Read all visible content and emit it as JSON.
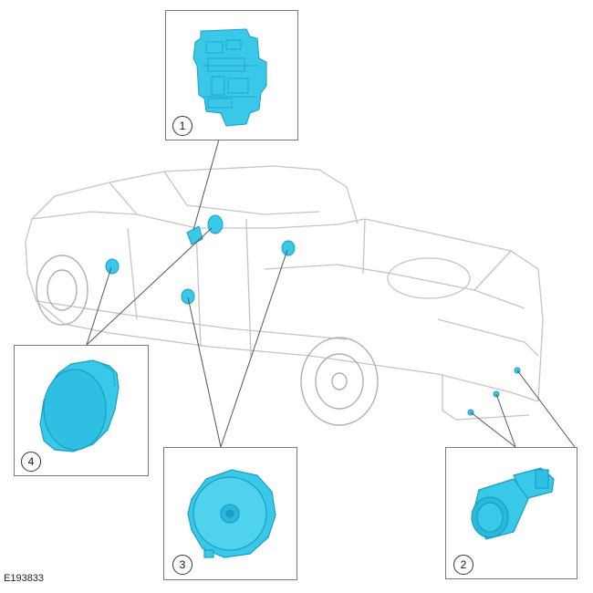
{
  "figure_id": "E193833",
  "callouts": {
    "c1": "1",
    "c2": "2",
    "c3": "3",
    "c4": "4"
  },
  "colors": {
    "component": "#39c8e8",
    "component_dark": "#1a9fc4",
    "vehicle_line": "#b9b9b9",
    "leader_line": "#555555",
    "box_border": "#7a7a7a"
  }
}
